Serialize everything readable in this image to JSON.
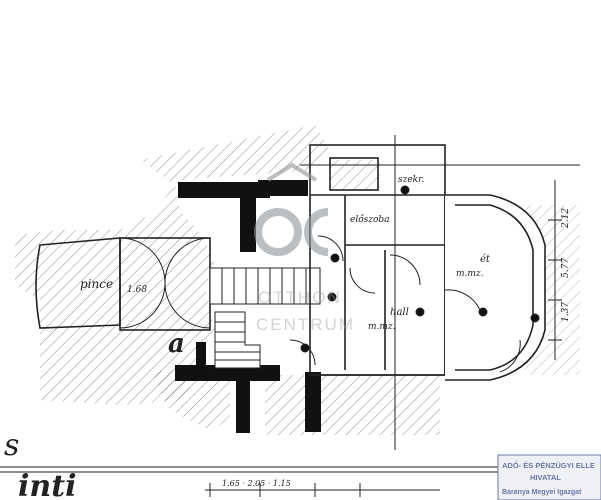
{
  "labels": {
    "pince": "pince",
    "pince_dim": "1.68",
    "left_s": "s",
    "title_fragment": "inti",
    "marker_a": "a",
    "szekreny": "szekr.",
    "eloszoba": "előszoba",
    "room_right": "ét",
    "room_right_sub": "m.mz.",
    "hall": "hall",
    "hall_sub": "m.mz.",
    "dim_left_top": "2.12",
    "dim_left_mid": "5.77",
    "dim_left_bot": "1.37",
    "bottom_dims": "1.65 · 2.05 · 1.15"
  },
  "watermark": {
    "text_top": "OTTHON",
    "text_bottom": "CENTRUM"
  },
  "stamp": {
    "line1": "ADÓ- ÉS PÉNZÜGYI ELLE",
    "line2": "HIVATAL",
    "line3": "Baranya Megyei Igazgat"
  },
  "colors": {
    "ink": "#222222",
    "stamp": "#6b78a8",
    "watermark": "#9aa0a4"
  }
}
